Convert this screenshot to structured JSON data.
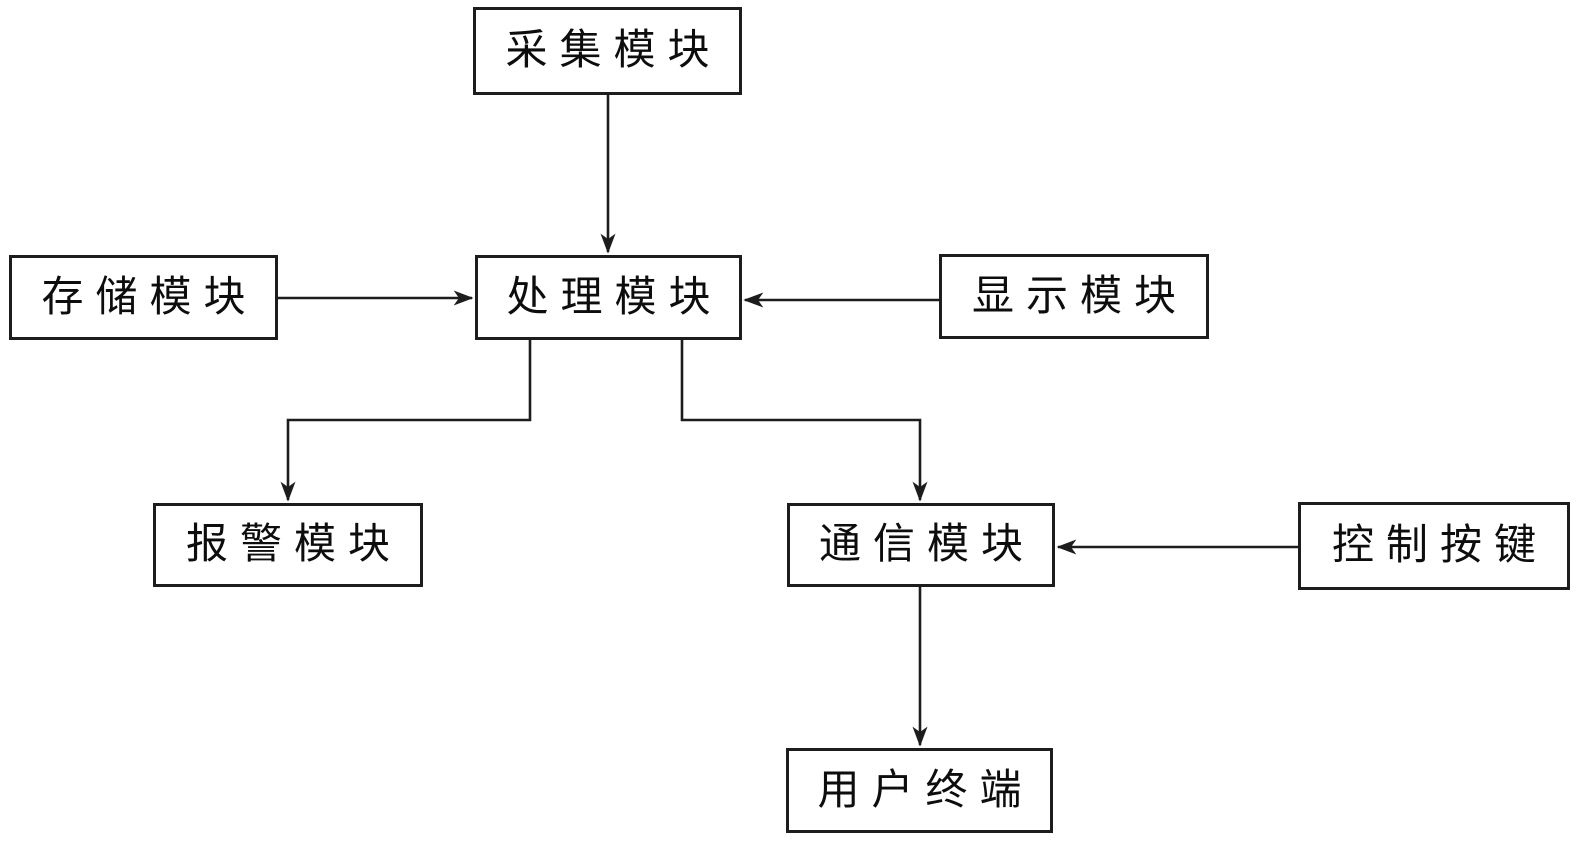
{
  "diagram": {
    "background_color": "#ffffff",
    "line_color": "#1d1d1d",
    "text_color": "#0d0d0d",
    "nodes": [
      {
        "id": "collection",
        "label": "采集模块"
      },
      {
        "id": "storage",
        "label": "存储模块"
      },
      {
        "id": "processing",
        "label": "处理模块"
      },
      {
        "id": "display",
        "label": "显示模块"
      },
      {
        "id": "alarm",
        "label": "报警模块"
      },
      {
        "id": "communication",
        "label": "通信模块"
      },
      {
        "id": "control_buttons",
        "label": "控制按键"
      },
      {
        "id": "user_terminal",
        "label": "用户终端"
      }
    ],
    "edges": [
      {
        "from": "采集模块",
        "to": "处理模块",
        "direction": "down"
      },
      {
        "from": "存储模块",
        "to": "处理模块",
        "direction": "right"
      },
      {
        "from": "显示模块",
        "to": "处理模块",
        "direction": "left"
      },
      {
        "from": "处理模块",
        "to": "报警模块",
        "direction": "down-left-down"
      },
      {
        "from": "处理模块",
        "to": "通信模块",
        "direction": "down-right-down"
      },
      {
        "from": "控制按键",
        "to": "通信模块",
        "direction": "left"
      },
      {
        "from": "通信模块",
        "to": "用户终端",
        "direction": "down"
      }
    ]
  }
}
